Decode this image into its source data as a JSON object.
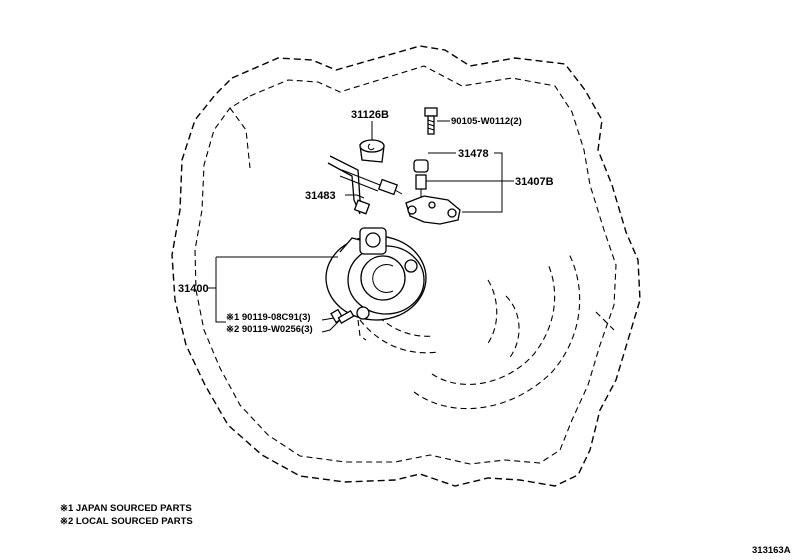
{
  "diagram": {
    "ref_code": "313163A",
    "parts": {
      "p31126b": "31126B",
      "p90105": "90105-W0112(2)",
      "p31478": "31478",
      "p31407b": "31407B",
      "p31483": "31483",
      "p31400": "31400",
      "p90119a": "※1 90119-08C91(3)",
      "p90119b": "※2 90119-W0256(3)"
    },
    "notes": [
      "※1 JAPAN SOURCED PARTS",
      "※2 LOCAL SOURCED PARTS"
    ]
  }
}
